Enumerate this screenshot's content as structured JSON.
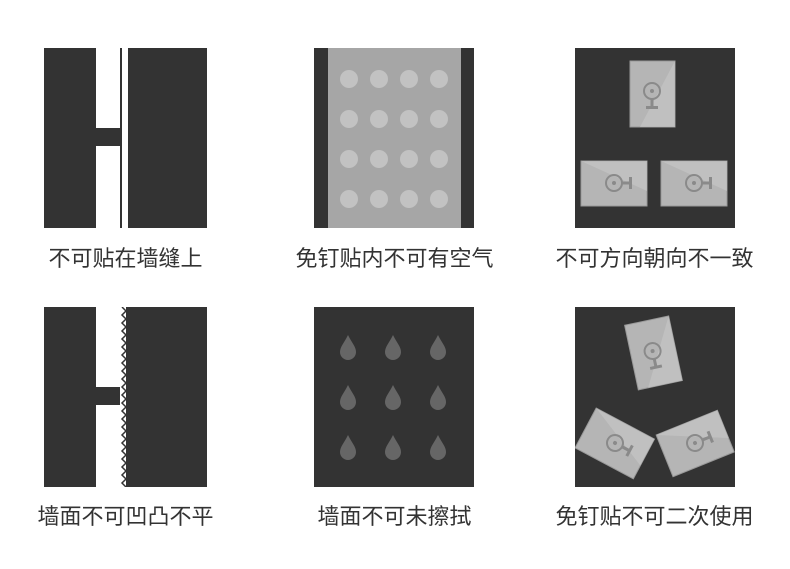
{
  "colors": {
    "dark": "#333333",
    "light_gray": "#a6a6a6",
    "dot": "#c2c2c2",
    "drop": "#666666",
    "hook_plate": "#b5b5b5",
    "caption_text": "#333333"
  },
  "items": [
    {
      "caption": "不可贴在墙缝上",
      "icon": "wall-gap-illustration"
    },
    {
      "caption": "免钉贴内不可有空气",
      "icon": "air-bubbles-illustration"
    },
    {
      "caption": "不可方向朝向不一致",
      "icon": "inconsistent-direction-illustration"
    },
    {
      "caption": "墙面不可凹凸不平",
      "icon": "uneven-wall-illustration"
    },
    {
      "caption": "墙面不可未擦拭",
      "icon": "unwiped-wall-illustration"
    },
    {
      "caption": "免钉贴不可二次使用",
      "icon": "reuse-hook-illustration"
    }
  ]
}
